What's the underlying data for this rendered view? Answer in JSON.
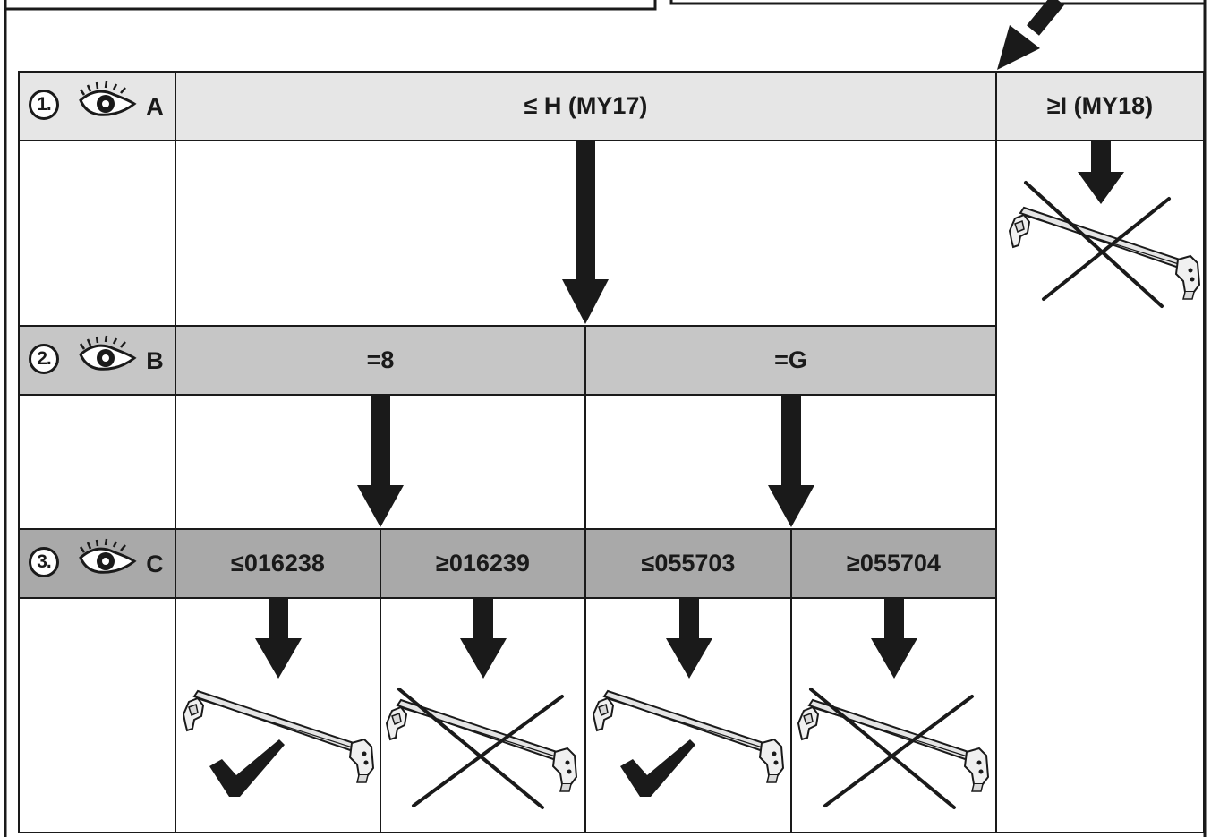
{
  "steps": [
    {
      "number": "1.",
      "letter": "A"
    },
    {
      "number": "2.",
      "letter": "B"
    },
    {
      "number": "3.",
      "letter": "C"
    }
  ],
  "row1": {
    "left": "≤ H (MY17)",
    "right": "≥I (MY18)"
  },
  "row2": {
    "left": "=8",
    "right": "=G"
  },
  "row3": [
    "≤016238",
    "≥016239",
    "≤055703",
    "≥055704"
  ],
  "outcomes": [
    "compatible",
    "not-compatible",
    "compatible",
    "not-compatible"
  ],
  "right_outcome": "not-compatible",
  "colors": {
    "row1_fill": "#e6e6e6",
    "row2_fill": "#c6c6c6",
    "row3_fill": "#a9a9a9",
    "line": "#1a1a1a"
  }
}
